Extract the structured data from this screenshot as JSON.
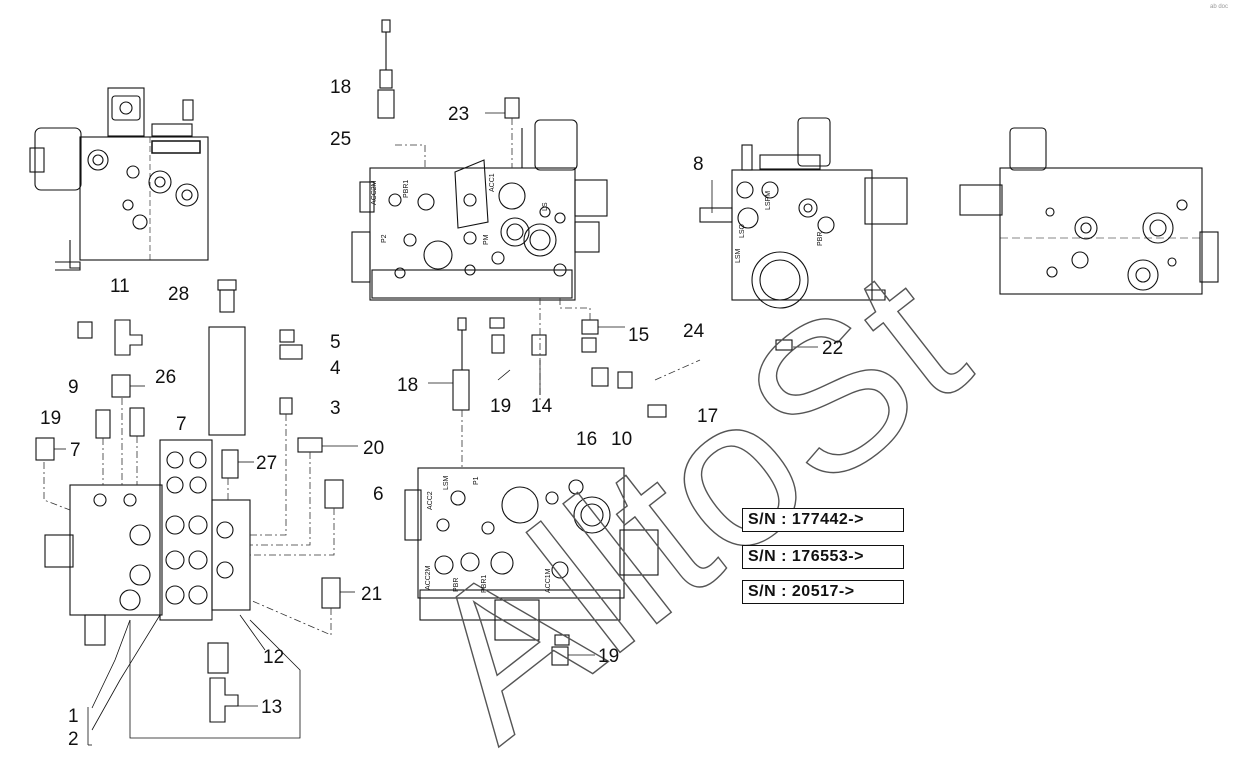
{
  "callouts": [
    {
      "id": "n11",
      "label": "11"
    },
    {
      "id": "n28",
      "label": "28"
    },
    {
      "id": "n18a",
      "label": "18"
    },
    {
      "id": "n25",
      "label": "25"
    },
    {
      "id": "n23",
      "label": "23"
    },
    {
      "id": "n8",
      "label": "8"
    },
    {
      "id": "n22",
      "label": "22"
    },
    {
      "id": "n15",
      "label": "15"
    },
    {
      "id": "n24",
      "label": "24"
    },
    {
      "id": "n18b",
      "label": "18"
    },
    {
      "id": "n19a",
      "label": "19"
    },
    {
      "id": "n14",
      "label": "14"
    },
    {
      "id": "n17",
      "label": "17"
    },
    {
      "id": "n16",
      "label": "16"
    },
    {
      "id": "n10",
      "label": "10"
    },
    {
      "id": "n5",
      "label": "5"
    },
    {
      "id": "n4",
      "label": "4"
    },
    {
      "id": "n3",
      "label": "3"
    },
    {
      "id": "n9",
      "label": "9"
    },
    {
      "id": "n26",
      "label": "26"
    },
    {
      "id": "n19b",
      "label": "19"
    },
    {
      "id": "n7a",
      "label": "7"
    },
    {
      "id": "n7b",
      "label": "7"
    },
    {
      "id": "n20",
      "label": "20"
    },
    {
      "id": "n27",
      "label": "27"
    },
    {
      "id": "n6",
      "label": "6"
    },
    {
      "id": "n21",
      "label": "21"
    },
    {
      "id": "n12",
      "label": "12"
    },
    {
      "id": "n13",
      "label": "13"
    },
    {
      "id": "n1",
      "label": "1"
    },
    {
      "id": "n2",
      "label": "2"
    },
    {
      "id": "n19c",
      "label": "19"
    }
  ],
  "port_labels": {
    "acc2m_top": "ACC2M",
    "pbr1_top": "PBR1",
    "acc1": "ACC1",
    "p2": "P2",
    "pm": "PM",
    "ls": "LS",
    "lspm": "LSPM",
    "lso": "LSO",
    "lsm": "LSM",
    "pbr": "PBR",
    "acc2": "ACC2",
    "lsm_b": "LSM",
    "p1": "P1",
    "acc2m": "ACC2M",
    "pbr_b": "PBR",
    "pbr1": "PBR1",
    "acc1m": "ACC1M"
  },
  "serials": [
    "S/N : 177442->",
    "S/N : 176553->",
    "S/N : 20517->"
  ],
  "watermark": "AlltoSt",
  "corner_mark": "ab doc"
}
